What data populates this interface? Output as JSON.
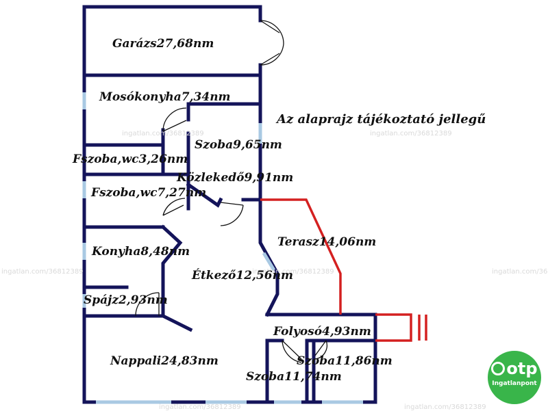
{
  "rooms": {
    "garazs": "Garázs27,68nm",
    "mosokonyha": "Mosókonyha7,34nm",
    "szoba1": "Szoba9,65nm",
    "fszoba_wc1": "Fszoba,wc3,26nm",
    "kozlekedo": "Közlekedő9,91nm",
    "fszoba_wc2": "Fszoba,wc7,27nm",
    "terasz": "Terasz14,06nm",
    "konyha": "Konyha8,48nm",
    "etkezo": "Étkező12,56nm",
    "spajz": "Spájz2,93nm",
    "folyoso": "Folyosó4,93nm",
    "nappali": "Nappali24,83nm",
    "szoba2": "Szoba11,86nm",
    "szoba3": "Szoba11,74nm"
  },
  "note": "Az alaprajz tájékoztató jellegű",
  "watermark": "ingatlan.com/36812389",
  "logo": {
    "brand": "otp",
    "sub": "Ingatlanpont",
    "color": "#39b54a"
  },
  "colors": {
    "wall": "#14145a",
    "window": "#a9c9e3",
    "terrace": "#d42020"
  }
}
